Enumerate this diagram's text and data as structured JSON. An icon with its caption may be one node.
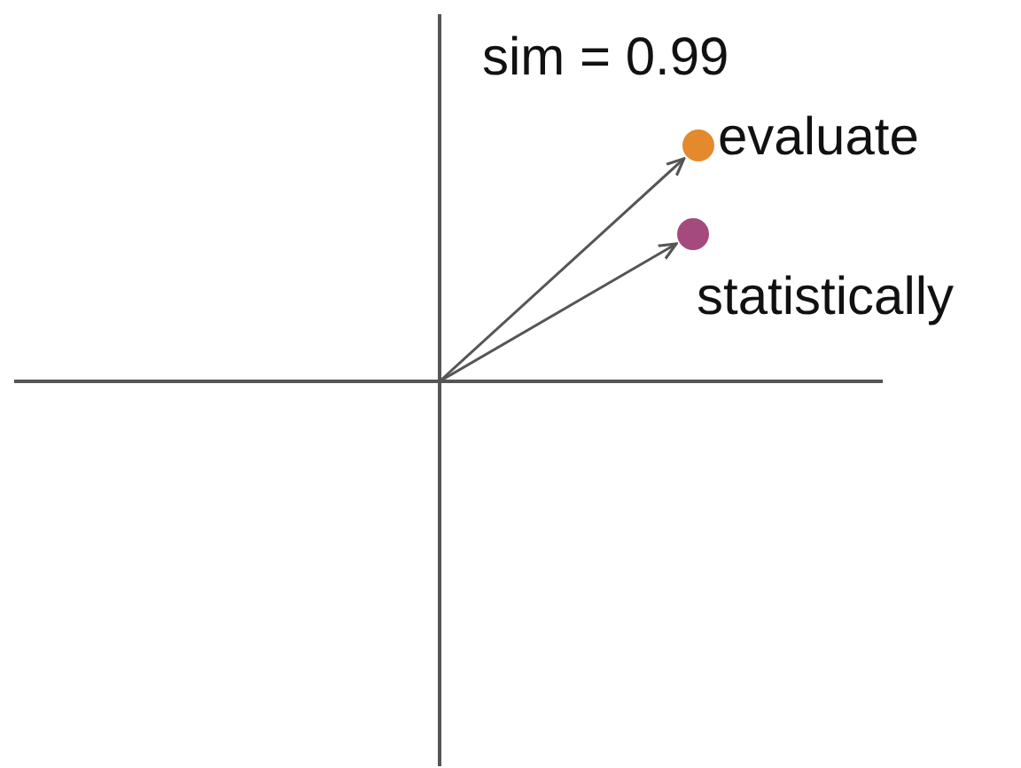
{
  "diagram": {
    "nodes": [
      {
        "text": [],
        "shape": "circle",
        "beside": [
          "evaluate"
        ]
      },
      {
        "text": [],
        "shape": "circle",
        "beside": [
          "statistically"
        ]
      }
    ],
    "edges": [
      {
        "from": null,
        "to": 0,
        "arrow": "to"
      },
      {
        "from": null,
        "to": 1,
        "arrow": "to"
      }
    ],
    "labels": [
      "sim = 0.99"
    ]
  }
}
